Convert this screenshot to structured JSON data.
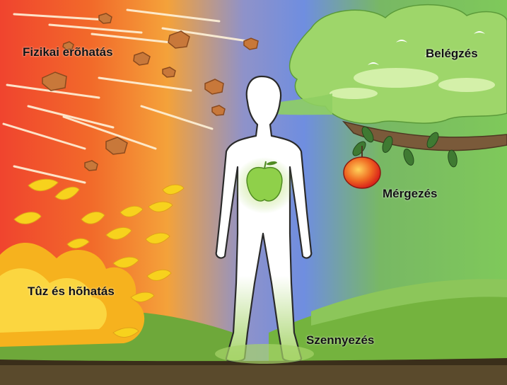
{
  "labels": {
    "physical_force": "Fizikai erõhatás",
    "inhalation": "Belégzés",
    "poisoning": "Mérgezés",
    "fire_and_heat": "Tûz és hõhatás",
    "pollution": "Szennyezés"
  },
  "icons": {
    "figure": "human-figure-icon",
    "apple_inside": "apple-icon",
    "apple_on_branch": "apple-icon",
    "flames": "flame-icon",
    "debris": "rock-icon",
    "clouds": "cloud-icon",
    "birds": "bird-icon"
  },
  "colors": {
    "fire_red": "#f0442e",
    "fire_orange": "#f4a23a",
    "sky_blue": "#6f8ee0",
    "nature_green": "#7fc95a",
    "ground": "#5a4a2c",
    "figure_white": "#ffffff",
    "outline": "#2a2a2a"
  }
}
